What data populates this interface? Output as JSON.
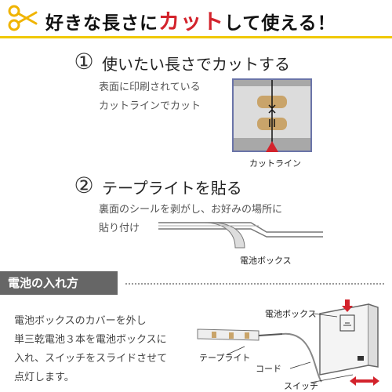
{
  "banner": {
    "title_before": "好きな長さに",
    "title_highlight": "カット",
    "title_after": "して使える！",
    "accent_color": "#f0c800",
    "highlight_color": "#d3232c",
    "icon": "scissors-icon"
  },
  "step1": {
    "number": "①",
    "title": "使いたい長さでカットする",
    "text_lines": [
      "表面に印刷されている",
      "カットラインでカット"
    ],
    "callout": "カットライン"
  },
  "step2": {
    "number": "②",
    "title": "テープライトを貼る",
    "text_lines": [
      "裏面のシールを剥がし、お好みの場所に",
      "貼り付け"
    ],
    "callout": "電池ボックス"
  },
  "battery_section": {
    "title": "電池の入れ方",
    "text_lines": [
      "電池ボックスのカバーを外し",
      "単三乾電池３本を電池ボックスに",
      "入れ、スイッチをスライドさせて",
      "点灯します。"
    ],
    "labels": {
      "battery_box": "電池ボックス",
      "tape_light": "テープライト",
      "cord": "コード",
      "switch": "スイッチ"
    }
  }
}
